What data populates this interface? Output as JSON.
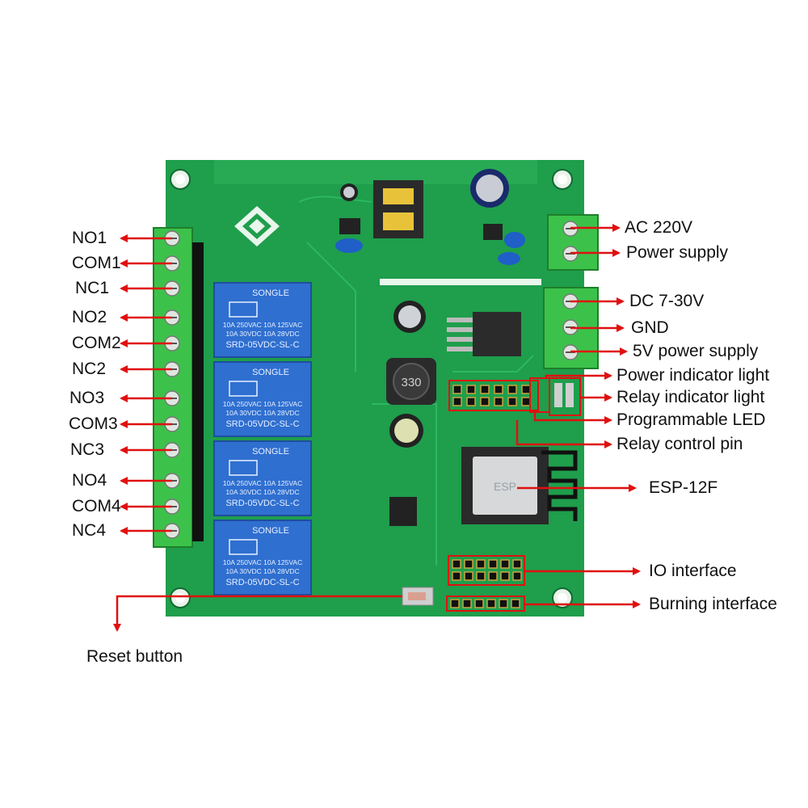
{
  "left_labels": [
    {
      "key": "no1",
      "text": "NO1"
    },
    {
      "key": "com1",
      "text": "COM1"
    },
    {
      "key": "nc1",
      "text": "NC1"
    },
    {
      "key": "no2",
      "text": "NO2"
    },
    {
      "key": "com2",
      "text": "COM2"
    },
    {
      "key": "nc2",
      "text": "NC2"
    },
    {
      "key": "no3",
      "text": "NO3"
    },
    {
      "key": "com3",
      "text": "COM3"
    },
    {
      "key": "nc3",
      "text": "NC3"
    },
    {
      "key": "no4",
      "text": "NO4"
    },
    {
      "key": "com4",
      "text": "COM4"
    },
    {
      "key": "nc4",
      "text": "NC4"
    }
  ],
  "right_labels": [
    {
      "key": "ac",
      "text": "AC 220V"
    },
    {
      "key": "power-supply",
      "text": "Power supply"
    },
    {
      "key": "dc",
      "text": "DC 7-30V"
    },
    {
      "key": "gnd",
      "text": "GND"
    },
    {
      "key": "5v",
      "text": "5V power supply"
    },
    {
      "key": "power-indicator",
      "text": "Power indicator light"
    },
    {
      "key": "relay-indicator",
      "text": "Relay indicator light"
    },
    {
      "key": "programmable-led",
      "text": "Programmable LED"
    },
    {
      "key": "relay-control",
      "text": "Relay control pin"
    },
    {
      "key": "esp",
      "text": "ESP-12F"
    },
    {
      "key": "io",
      "text": "IO interface"
    },
    {
      "key": "burning",
      "text": "Burning interface"
    }
  ],
  "reset_label": "Reset button",
  "relay_text": {
    "brand": "SONGLE",
    "line1": "10A 250VAC 10A 125VAC",
    "line2": "10A 30VDC 10A 28VDC",
    "model": "SRD-05VDC-SL-C"
  },
  "inductor_marking": "330",
  "module_marking": "ESP",
  "colors": {
    "pcb": "#1f9e4c",
    "pcb_dark": "#15803b",
    "terminal": "#3cc24a",
    "relay": "#2f6fd0",
    "arrow": "#e01010"
  }
}
